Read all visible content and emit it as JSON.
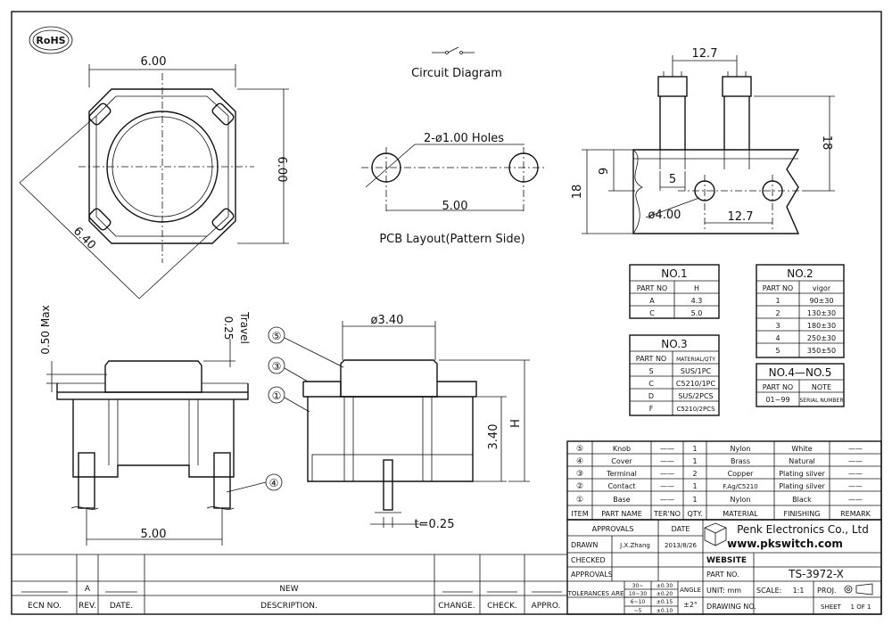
{
  "rohs": "RoHS",
  "circuit_label": "Circuit Diagram",
  "pcb_label": "PCB Layout(Pattern Side)",
  "holes_label": "2-ø1.00 Holes",
  "dims": {
    "top_w": "6.00",
    "top_h": "6.00",
    "diag": "6.40",
    "pcb_span": "5.00",
    "pin_pitch_top": "12.7",
    "pin_pitch_bot": "12.7",
    "h18_right": "18",
    "h18_left": "18",
    "h9": "9",
    "d5": "5",
    "hole4": "ø4.00",
    "max050": "0.50 Max",
    "travel": "0.25",
    "travel_word": "Travel",
    "knob_d": "ø3.40",
    "h340": "3.40",
    "H": "H",
    "bot_w": "5.00",
    "t025": "t=0.25"
  },
  "balloons": [
    "⑤",
    "③",
    "①",
    "④"
  ],
  "table1": {
    "title": "NO.1",
    "headers": [
      "PART NO",
      "H"
    ],
    "rows": [
      [
        "A",
        "4.3"
      ],
      [
        "C",
        "5.0"
      ]
    ]
  },
  "table2": {
    "title": "NO.2",
    "headers": [
      "PART NO",
      "vigor"
    ],
    "rows": [
      [
        "1",
        "90±30"
      ],
      [
        "2",
        "130±30"
      ],
      [
        "3",
        "180±30"
      ],
      [
        "4",
        "250±30"
      ],
      [
        "5",
        "350±50"
      ]
    ]
  },
  "table3": {
    "title": "NO.3",
    "headers": [
      "PART NO",
      "MATERIAL/QTY"
    ],
    "rows": [
      [
        "S",
        "SUS/1PC"
      ],
      [
        "C",
        "C5210/1PC"
      ],
      [
        "D",
        "SUS/2PCS"
      ],
      [
        "F",
        "C5210/2PCS"
      ]
    ]
  },
  "table45": {
    "title": "NO.4—NO.5",
    "headers": [
      "PART NO",
      "NOTE"
    ],
    "rows": [
      [
        "01~99",
        "SERIAL NUMBER"
      ]
    ]
  },
  "bom": {
    "rows": [
      [
        "⑤",
        "Knob",
        "——",
        "1",
        "Nylon",
        "White",
        "——"
      ],
      [
        "④",
        "Cover",
        "——",
        "1",
        "Brass",
        "Natural",
        "——"
      ],
      [
        "③",
        "Terminal",
        "——",
        "2",
        "Copper",
        "Plating silver",
        "——"
      ],
      [
        "②",
        "Contact",
        "——",
        "1",
        "F.Ag/C5210",
        "Plating silver",
        "——"
      ],
      [
        "①",
        "Base",
        "——",
        "1",
        "Nylon",
        "Black",
        "——"
      ]
    ],
    "headers": [
      "ITEM",
      "PART NAME",
      "TER'NO",
      "QTY.",
      "MATERIAL",
      "FINISHING",
      "REMARK"
    ]
  },
  "title_block": {
    "approvals": "APPROVALS",
    "date": "DATE",
    "drawn": "DRAWN",
    "drawn_by": "J.X.Zhang",
    "drawn_date": "2013/8/26",
    "checked": "CHECKED",
    "approvals2": "APPROVALS",
    "company": "Penk Electronics Co., Ltd",
    "website_url": "www.pkswitch.com",
    "website": "WEBSITE",
    "part_no": "PART NO.",
    "part_value": "TS-3972-X",
    "tolerances": "TOLERANCES ARE",
    "tol_rows": [
      [
        "30~",
        "±0.30"
      ],
      [
        "10~30",
        "±0.20"
      ],
      [
        "6~10",
        "±0.15"
      ],
      [
        "~5",
        "±0.10"
      ]
    ],
    "angle": "ANGLE",
    "angle_val": "±2°",
    "unit": "UNIT: mm",
    "scale": "SCALE:",
    "scale_val": "1:1",
    "proj": "PROJ.",
    "drawing_no": "DRAWING NO.",
    "sheet": "SHEET",
    "sheet_val": "1 OF 1"
  },
  "revision": {
    "rev_val": "A",
    "new": "NEW",
    "headers": [
      "ECN NO.",
      "REV.",
      "DATE.",
      "DESCRIPTION.",
      "CHANGE.",
      "CHECK.",
      "APPRO."
    ]
  }
}
